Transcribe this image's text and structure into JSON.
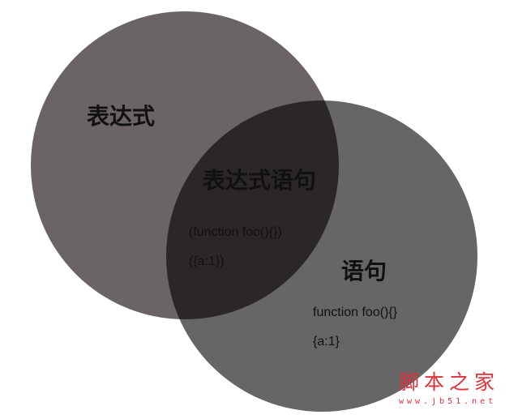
{
  "colors": {
    "left_circle": "#6a6564",
    "right_circle": "#666666",
    "intersection": "#2b2727",
    "watermark": "#e0303a"
  },
  "left": {
    "label": "表达式"
  },
  "intersection": {
    "label": "表达式语句",
    "examples": [
      "(function foo(){})",
      "({a:1})"
    ]
  },
  "right": {
    "label": "语句",
    "examples": [
      "function foo(){}",
      "{a:1}"
    ]
  },
  "watermark": {
    "name": "脚本之家",
    "url": "www.jb51.net"
  }
}
